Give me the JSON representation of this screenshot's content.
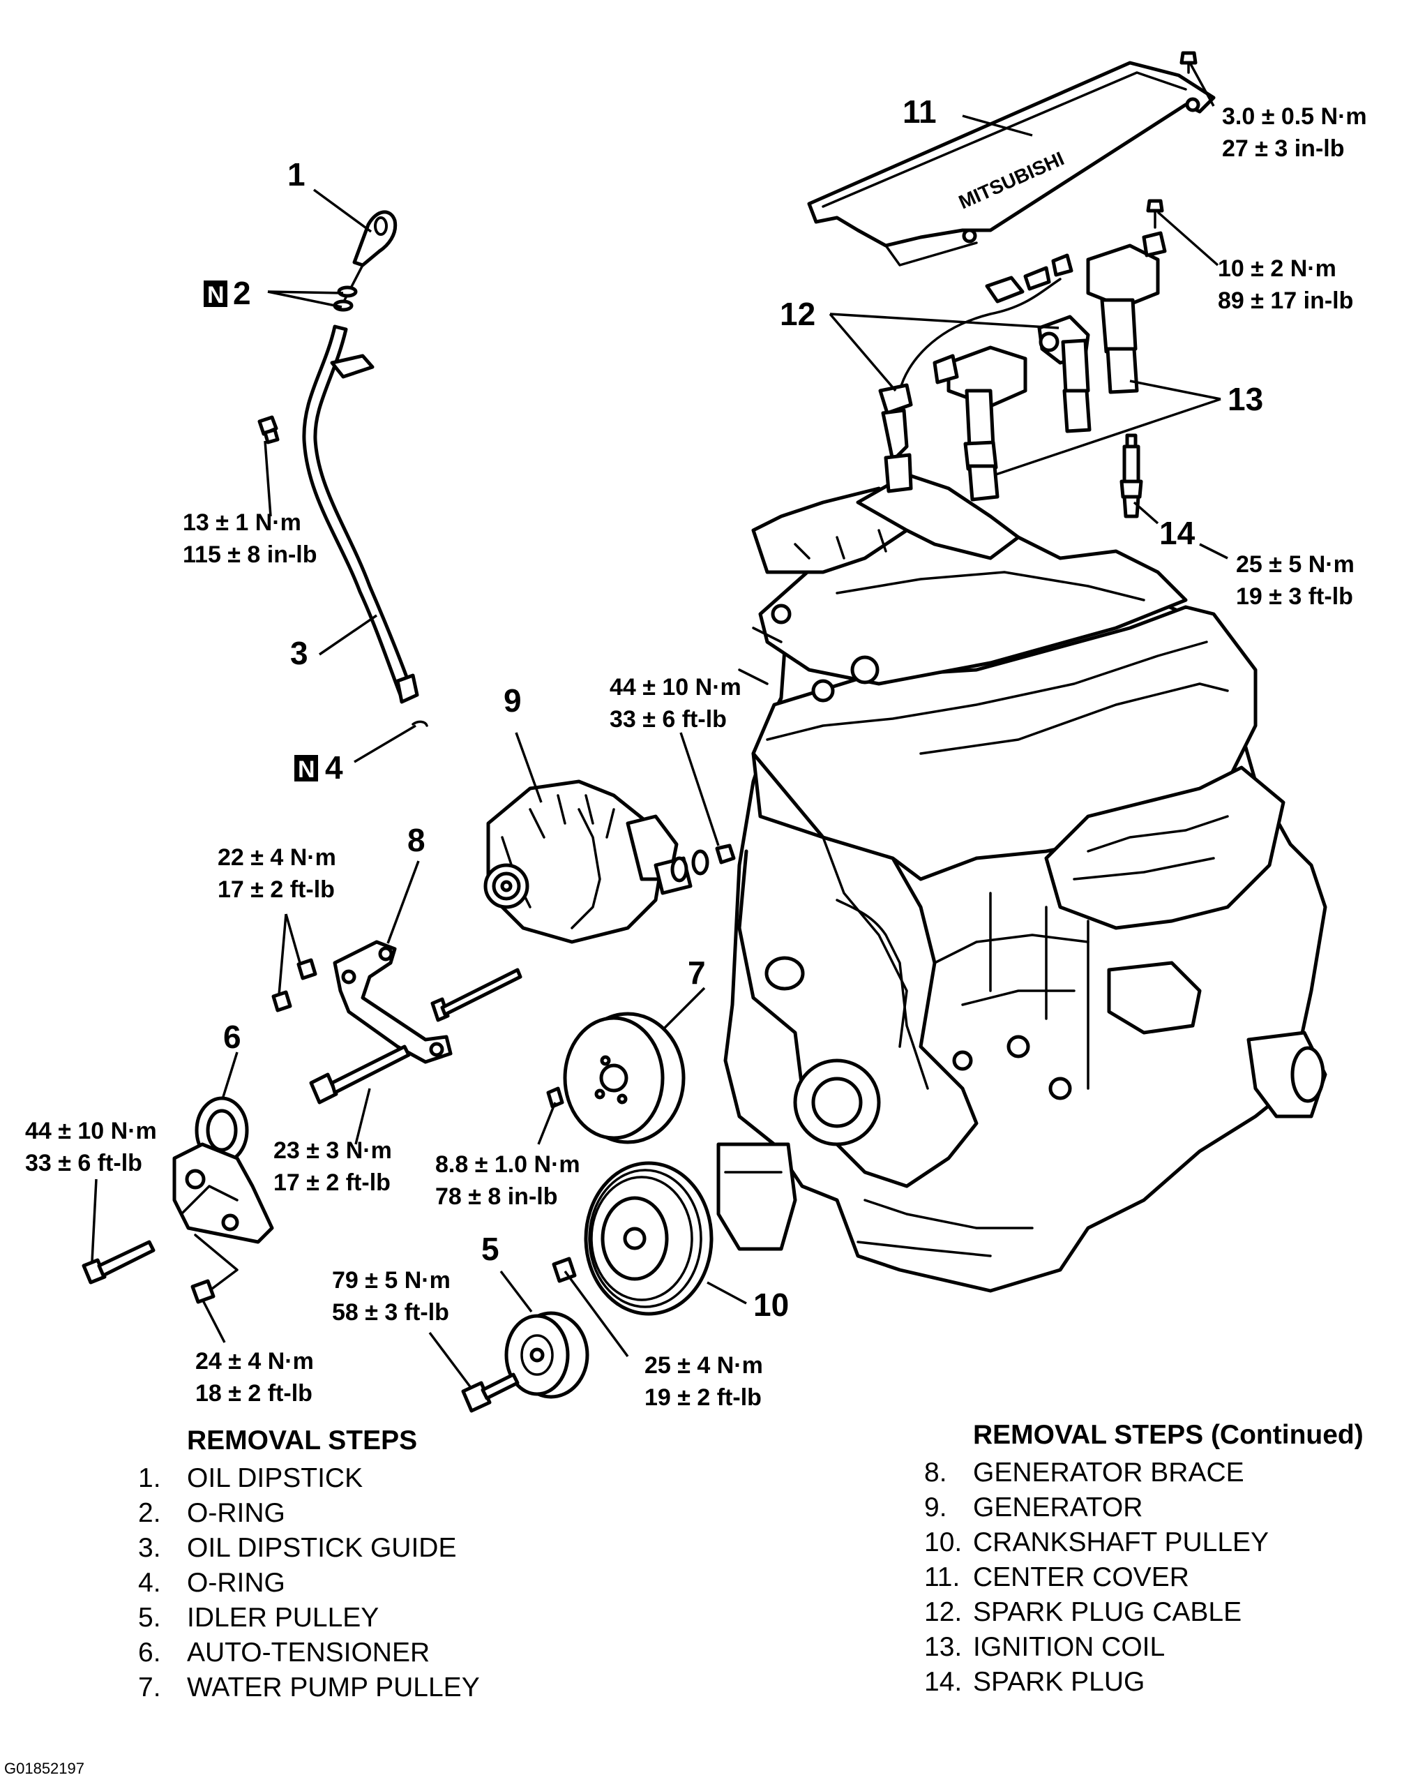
{
  "figure_id": "G01852197",
  "brand_text": "MITSUBISHI",
  "callouts": {
    "c1": "1",
    "c2": "2",
    "c3": "3",
    "c4": "4",
    "c5": "5",
    "c6": "6",
    "c7": "7",
    "c8": "8",
    "c9": "9",
    "c10": "10",
    "c11": "11",
    "c12": "12",
    "c13": "13",
    "c14": "14",
    "new_part_symbol": "N"
  },
  "torque_specs": [
    {
      "id": "cover_bolt",
      "metric": "3.0 ± 0.5 N·m",
      "imperial": "27 ± 3 in-lb"
    },
    {
      "id": "coil_bolt",
      "metric": "10 ± 2 N·m",
      "imperial": "89 ± 17 in-lb"
    },
    {
      "id": "spark_plug",
      "metric": "25 ± 5 N·m",
      "imperial": "19 ± 3 ft-lb"
    },
    {
      "id": "dipstick_guide_bolt",
      "metric": "13 ± 1 N·m",
      "imperial": "115 ± 8 in-lb"
    },
    {
      "id": "generator_nut",
      "metric": "44 ± 10 N·m",
      "imperial": "33 ± 6 ft-lb"
    },
    {
      "id": "brace_bolts",
      "metric": "22 ± 4 N·m",
      "imperial": "17 ± 2 ft-lb"
    },
    {
      "id": "tensioner_long_bolt",
      "metric": "44 ± 10 N·m",
      "imperial": "33 ± 6 ft-lb"
    },
    {
      "id": "generator_lower_bolt",
      "metric": "23 ± 3 N·m",
      "imperial": "17 ± 2 ft-lb"
    },
    {
      "id": "water_pump_pulley_bolt",
      "metric": "8.8 ± 1.0 N·m",
      "imperial": "78 ± 8 in-lb"
    },
    {
      "id": "idler_pulley_bolt",
      "metric": "79 ± 5 N·m",
      "imperial": "58 ± 3 ft-lb"
    },
    {
      "id": "tensioner_bolt",
      "metric": "24 ± 4 N·m",
      "imperial": "18 ± 2 ft-lb"
    },
    {
      "id": "crank_pulley_bolt",
      "metric": "25 ± 4 N·m",
      "imperial": "19 ± 2 ft-lb"
    }
  ],
  "removal_steps": {
    "title": "REMOVAL STEPS",
    "items": [
      {
        "num": "1.",
        "label": "OIL DIPSTICK"
      },
      {
        "num": "2.",
        "label": "O-RING"
      },
      {
        "num": "3.",
        "label": "OIL DIPSTICK GUIDE"
      },
      {
        "num": "4.",
        "label": "O-RING"
      },
      {
        "num": "5.",
        "label": "IDLER PULLEY"
      },
      {
        "num": "6.",
        "label": "AUTO-TENSIONER"
      },
      {
        "num": "7.",
        "label": "WATER PUMP PULLEY"
      }
    ]
  },
  "removal_steps_continued": {
    "title": "REMOVAL STEPS (Continued)",
    "items": [
      {
        "num": "8.",
        "label": "GENERATOR BRACE"
      },
      {
        "num": "9.",
        "label": "GENERATOR"
      },
      {
        "num": "10.",
        "label": "CRANKSHAFT PULLEY"
      },
      {
        "num": "11.",
        "label": "CENTER COVER"
      },
      {
        "num": "12.",
        "label": "SPARK PLUG CABLE"
      },
      {
        "num": "13.",
        "label": "IGNITION COIL"
      },
      {
        "num": "14.",
        "label": "SPARK PLUG"
      }
    ]
  }
}
